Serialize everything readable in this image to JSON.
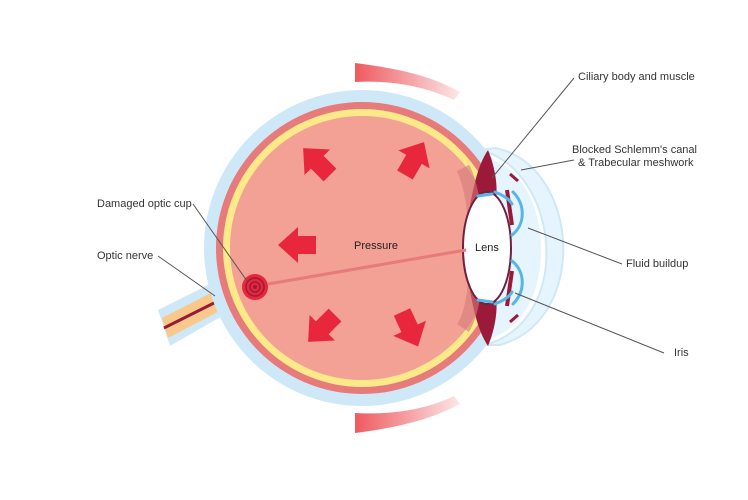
{
  "labels": {
    "ciliary": "Ciliary body and muscle",
    "blocked_line1": "Blocked Schlemm's canal",
    "blocked_line2": "& Trabecular meshwork",
    "fluid": "Fluid buildup",
    "iris": "Iris",
    "damaged_cup": "Damaged optic cup",
    "optic_nerve": "Optic nerve",
    "pressure": "Pressure",
    "lens": "Lens"
  },
  "colors": {
    "sclera_outer": "#cfe8f7",
    "choroid": "#e77a7a",
    "retina": "#fbe98a",
    "vitreous": "#f3a095",
    "arrow": "#e8273c",
    "ciliary": "#9b1a3a",
    "fluid": "#57b5e8",
    "cornea": "#e5f4fd",
    "muscle": "#ee5a60",
    "nerve": "#f8c98b",
    "leader": "#555555"
  }
}
